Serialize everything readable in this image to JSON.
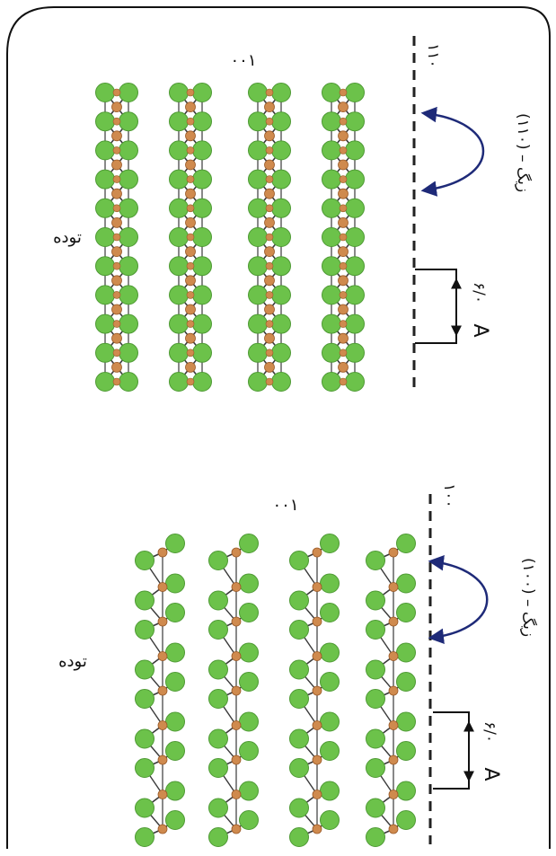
{
  "top_panel": {
    "direction_label": "۰۰۱",
    "surface_label": "۱۱۰",
    "bulk_label": "توده",
    "edge_label": "(۱۱۰) – زیگ",
    "spacing_value": "۶/۰",
    "spacing_unit": "A"
  },
  "bottom_panel": {
    "direction_label": "۰۰۱",
    "surface_label": "۱۰۰",
    "bulk_label": "توده",
    "edge_label": "(۱۰۰) – زیگ",
    "spacing_value": "۶/۰",
    "spacing_unit": "A"
  },
  "colors": {
    "atom_large": "#6cc24a",
    "atom_large_stroke": "#4e9a34",
    "atom_small": "#cf8a4e",
    "bond": "#3a3a3a",
    "arrow": "#1e2a78",
    "frame": "#111111"
  }
}
